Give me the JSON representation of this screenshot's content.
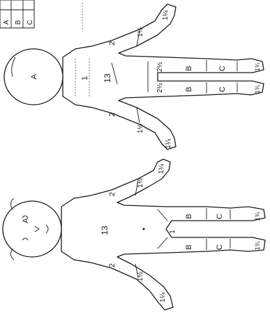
{
  "legend_keys": [
    "A",
    "B",
    "C"
  ],
  "front": {
    "head": "A",
    "trunk": "13",
    "upper_arm_left": "2",
    "upper_arm_right": "2",
    "forearm_left": "1½",
    "forearm_right": "1½",
    "hand_left": "1¼",
    "hand_right": "1¼",
    "genitals": "1",
    "thigh_left": "B",
    "thigh_right": "B",
    "leg_left": "C",
    "leg_right": "C",
    "foot_left": "1¾",
    "foot_right": "1¾"
  },
  "back": {
    "head": "A",
    "neck": "1",
    "trunk": "13",
    "upper_arm_left": "2",
    "upper_arm_right": "2",
    "forearm_left": "1½",
    "forearm_right": "1½",
    "hand_left": "1¼",
    "hand_right": "1¼",
    "buttock_left": "2½",
    "buttock_right": "2½",
    "thigh_left": "B",
    "thigh_right": "B",
    "leg_left": "C",
    "leg_right": "C",
    "foot_left": "1¾",
    "foot_right": "1¾"
  }
}
